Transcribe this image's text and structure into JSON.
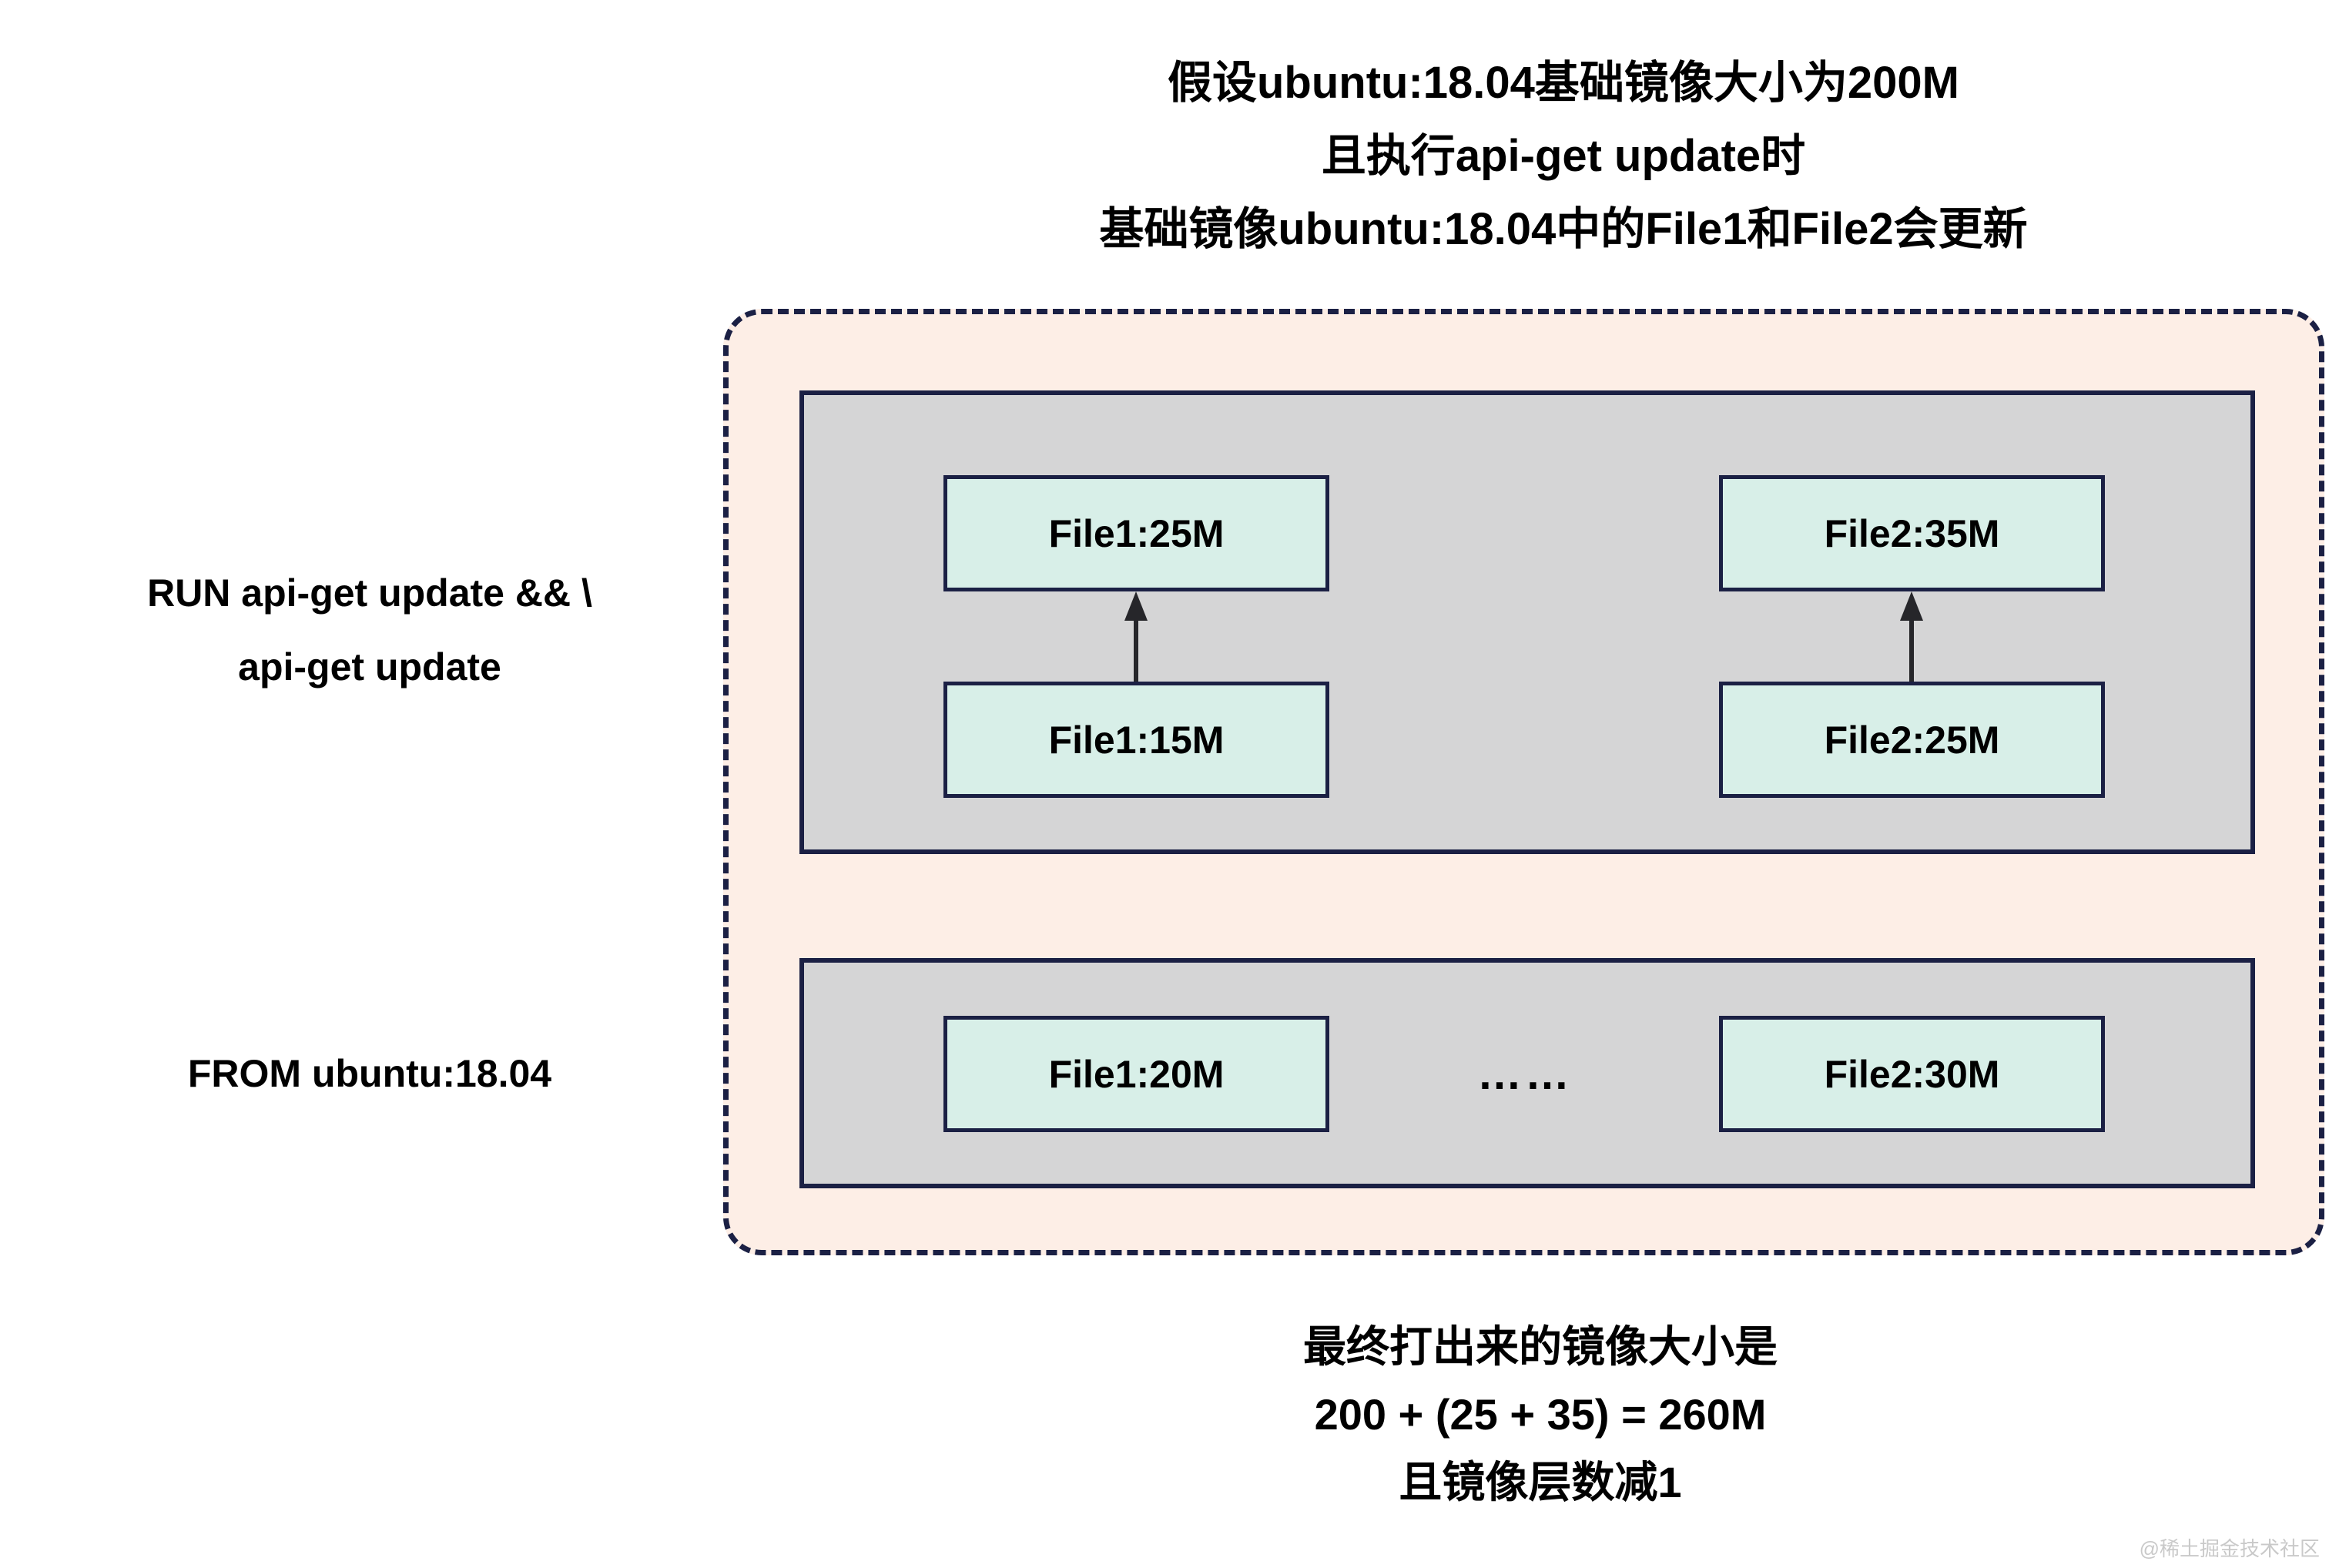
{
  "colors": {
    "page_background": "#ffffff",
    "container_fill": "#fdeee6",
    "container_border": "#1b2044",
    "layer_fill": "#d5d5d6",
    "layer_border": "#1b2044",
    "file_box_fill": "#d8efe8",
    "file_box_border": "#1b2044",
    "arrow": "#26262a",
    "text": "#000000",
    "watermark": "#c9c9c9"
  },
  "header": {
    "line1": "假设ubuntu:18.04基础镜像大小为200M",
    "line2": "且执行api-get update时",
    "line3": "基础镜像ubuntu:18.04中的File1和File2会更新"
  },
  "labels": {
    "run_line1": "RUN api-get update && \\",
    "run_line2": "api-get update",
    "from": "FROM ubuntu:18.04"
  },
  "run_layer": {
    "top_boxes": [
      "File1:25M",
      "File2:35M"
    ],
    "bottom_boxes": [
      "File1:15M",
      "File2:25M"
    ]
  },
  "base_layer": {
    "boxes": [
      "File1:20M",
      "File2:30M"
    ],
    "ellipsis": "……"
  },
  "footer": {
    "line1": "最终打出来的镜像大小是",
    "line2": "200 + (25 + 35) = 260M",
    "line3": "且镜像层数减1"
  },
  "watermark": "@稀土掘金技术社区"
}
